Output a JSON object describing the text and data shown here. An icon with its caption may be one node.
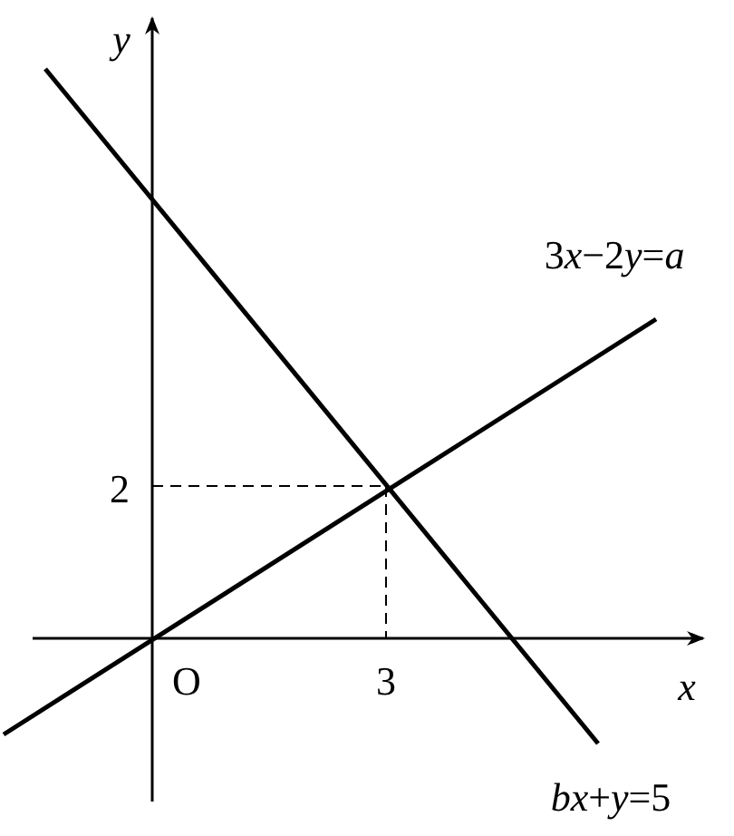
{
  "diagram": {
    "labels": [
      "y",
      "2",
      "O",
      "3",
      "x",
      "3x−2y=a",
      "bx+y=5"
    ]
  }
}
